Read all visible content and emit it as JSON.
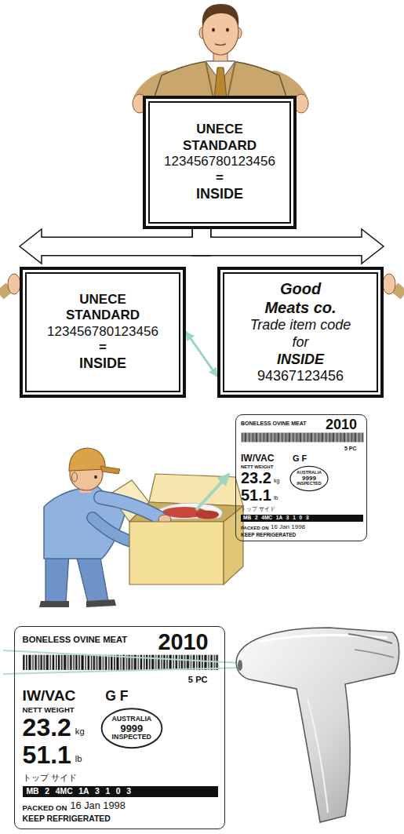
{
  "diagram": {
    "nodes": [
      {
        "text": [
          "UNECE STANDARD",
          "123456780123456",
          "=",
          "INSIDE"
        ]
      },
      {
        "text": [
          "UNECE STANDARD",
          "123456780123456",
          "=",
          "INSIDE"
        ]
      },
      {
        "text": [
          "Good Meats co.",
          "Trade item code for",
          "INSIDE",
          "94367123456"
        ]
      },
      {
        "text": [
          "BONELESS OVINE MEAT",
          "2010",
          "5 PC",
          "IW/VAC",
          "G F",
          "NETT WEIGHT",
          "23.2",
          "kg",
          "51.1",
          "lb",
          "トップ サイド",
          "MB 2 4MC 1A 3 1 0 3",
          "PACKED ON",
          "16 Jan 1998",
          "KEEP REFRIGERATED"
        ]
      },
      {
        "text": [
          "AUSTRALIA",
          "9999",
          "INSPECTED"
        ],
        "in": 3
      },
      {
        "text": [
          "BONELESS OVINE MEAT",
          "2010",
          "5 PC",
          "IW/VAC",
          "G F",
          "NETT WEIGHT",
          "23.2",
          "kg",
          "51.1",
          "lb",
          "トップ サイド",
          "MB 2 4MC 1A 3 1 0 3",
          "PACKED ON",
          "16 Jan 1998",
          "KEEP REFRIGERATED"
        ]
      },
      {
        "text": [
          "AUSTRALIA",
          "9999",
          "INSPECTED"
        ],
        "in": 5
      }
    ],
    "edges": [
      {
        "from": 0,
        "to": 1,
        "arrow": "to"
      },
      {
        "from": 0,
        "to": 2,
        "arrow": "to"
      },
      {
        "from": 1,
        "to": 2,
        "arrow": "both"
      }
    ]
  }
}
